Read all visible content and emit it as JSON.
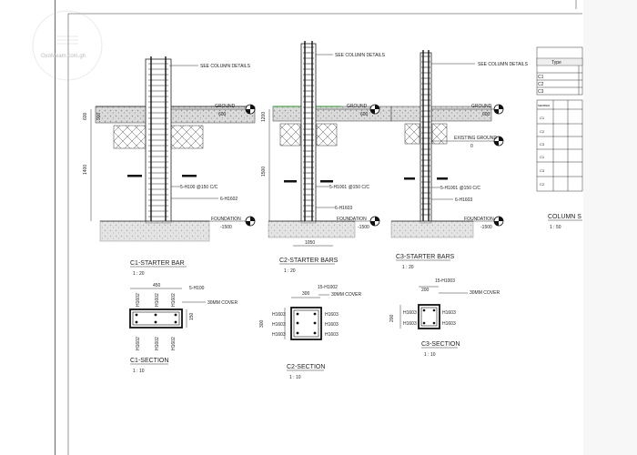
{
  "watermark": {
    "text": "OxoMeam.com.gh"
  },
  "colors": {
    "ink": "#222222",
    "sheet": "#ffffff",
    "hatch": "#555555",
    "soil": "#b9b9b9",
    "highlight": "#4aa84a"
  },
  "c1": {
    "see_column_details": "SEE COLUMN DETAILS",
    "ground": "GROUND",
    "ground_level": "600",
    "foundation": "FOUNDATION",
    "foundation_level": "-1500",
    "ties_label": "5-H100 @150 C/C",
    "bars_label": "6-H1602",
    "dim_top": "600",
    "dim_mid": "1400",
    "dim_small": "900",
    "title": "C1-STARTER BAR",
    "scale": "1 : 20"
  },
  "c2": {
    "see_column_details": "SEE COLUMN DETAILS",
    "ground": "GROUND",
    "ground_level": "600",
    "foundation": "FOUNDATION",
    "foundation_level": "-1500",
    "ties_label": "5-H1001 @150 C/C",
    "bars_label": "6-H1603",
    "dim_top": "1200",
    "dim_mid": "1500",
    "dim_base": "1050",
    "title": "C2-STARTER BARS",
    "scale": "1 : 20"
  },
  "c3": {
    "see_column_details": "SEE COLUMN DETAILS",
    "ground": "GROUND",
    "ground_level": "600",
    "existing_ground": "EXISTING GROUND",
    "existing_ground_level": "0",
    "foundation": "FOUNDATION",
    "foundation_level": "-1500",
    "ties_label": "5-H1001 @150 C/C",
    "bars_label": "6-H1603",
    "title": "C3-STARTER BARS",
    "scale": "1 : 20"
  },
  "s1": {
    "width": "450",
    "depth": "150",
    "ties": "5-H100",
    "cover": "30MM COVER",
    "bar": "H1602",
    "title": "C1-SECTION",
    "scale": "1 : 10"
  },
  "s2": {
    "width": "300",
    "depth": "300",
    "ties": "15-H1002",
    "cover": "30MM COVER",
    "bar": "H1603",
    "title": "C2-SECTION",
    "scale": "1 : 10"
  },
  "s3": {
    "width": "200",
    "depth": "200",
    "ties": "15-H1003",
    "cover": "30MM COVER",
    "bar": "H1603",
    "title": "C3-SECTION",
    "scale": "1 : 10"
  },
  "schedule": {
    "type_header": "Type",
    "types": [
      "C1",
      "C2",
      "C3"
    ],
    "member_header": "MEMBER",
    "members": [
      "C1",
      "C2",
      "C3",
      "C1",
      "C3",
      "C2"
    ],
    "title": "COLUMN S",
    "scale": "1 : 50"
  }
}
